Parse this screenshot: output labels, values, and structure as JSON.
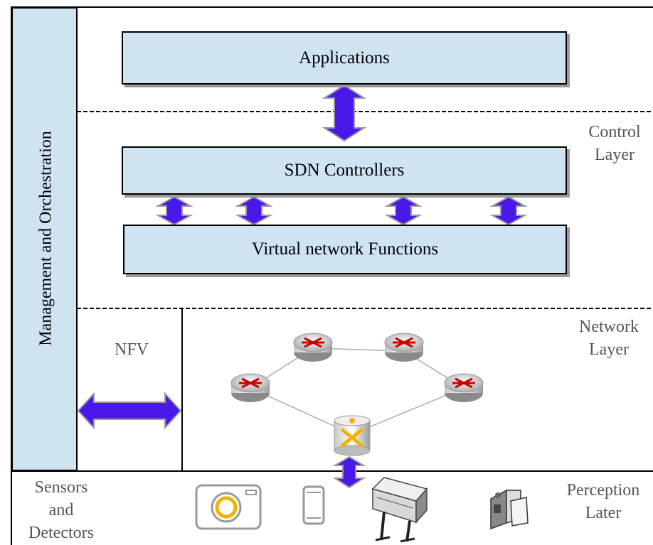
{
  "side_panel": {
    "label": "Management and Orchestration"
  },
  "boxes": {
    "applications": "Applications",
    "sdn_controllers": "SDN Controllers",
    "vnf": "Virtual network Functions"
  },
  "layers": {
    "control": [
      "Control",
      "Layer"
    ],
    "network": [
      "Network",
      "Layer"
    ],
    "perception": [
      "Perception",
      "Later"
    ]
  },
  "nfv": {
    "label": "NFV"
  },
  "sensors": {
    "label": [
      "Sensors",
      "and",
      "Detectors"
    ]
  },
  "colors": {
    "box_fill": "#cfe3f0",
    "arrow_fill": "#4a18e8",
    "line": "#000000"
  },
  "icons": [
    "router-icon",
    "switch-icon",
    "camera-icon",
    "phone-icon",
    "printer-icon",
    "video-camera-icon"
  ]
}
